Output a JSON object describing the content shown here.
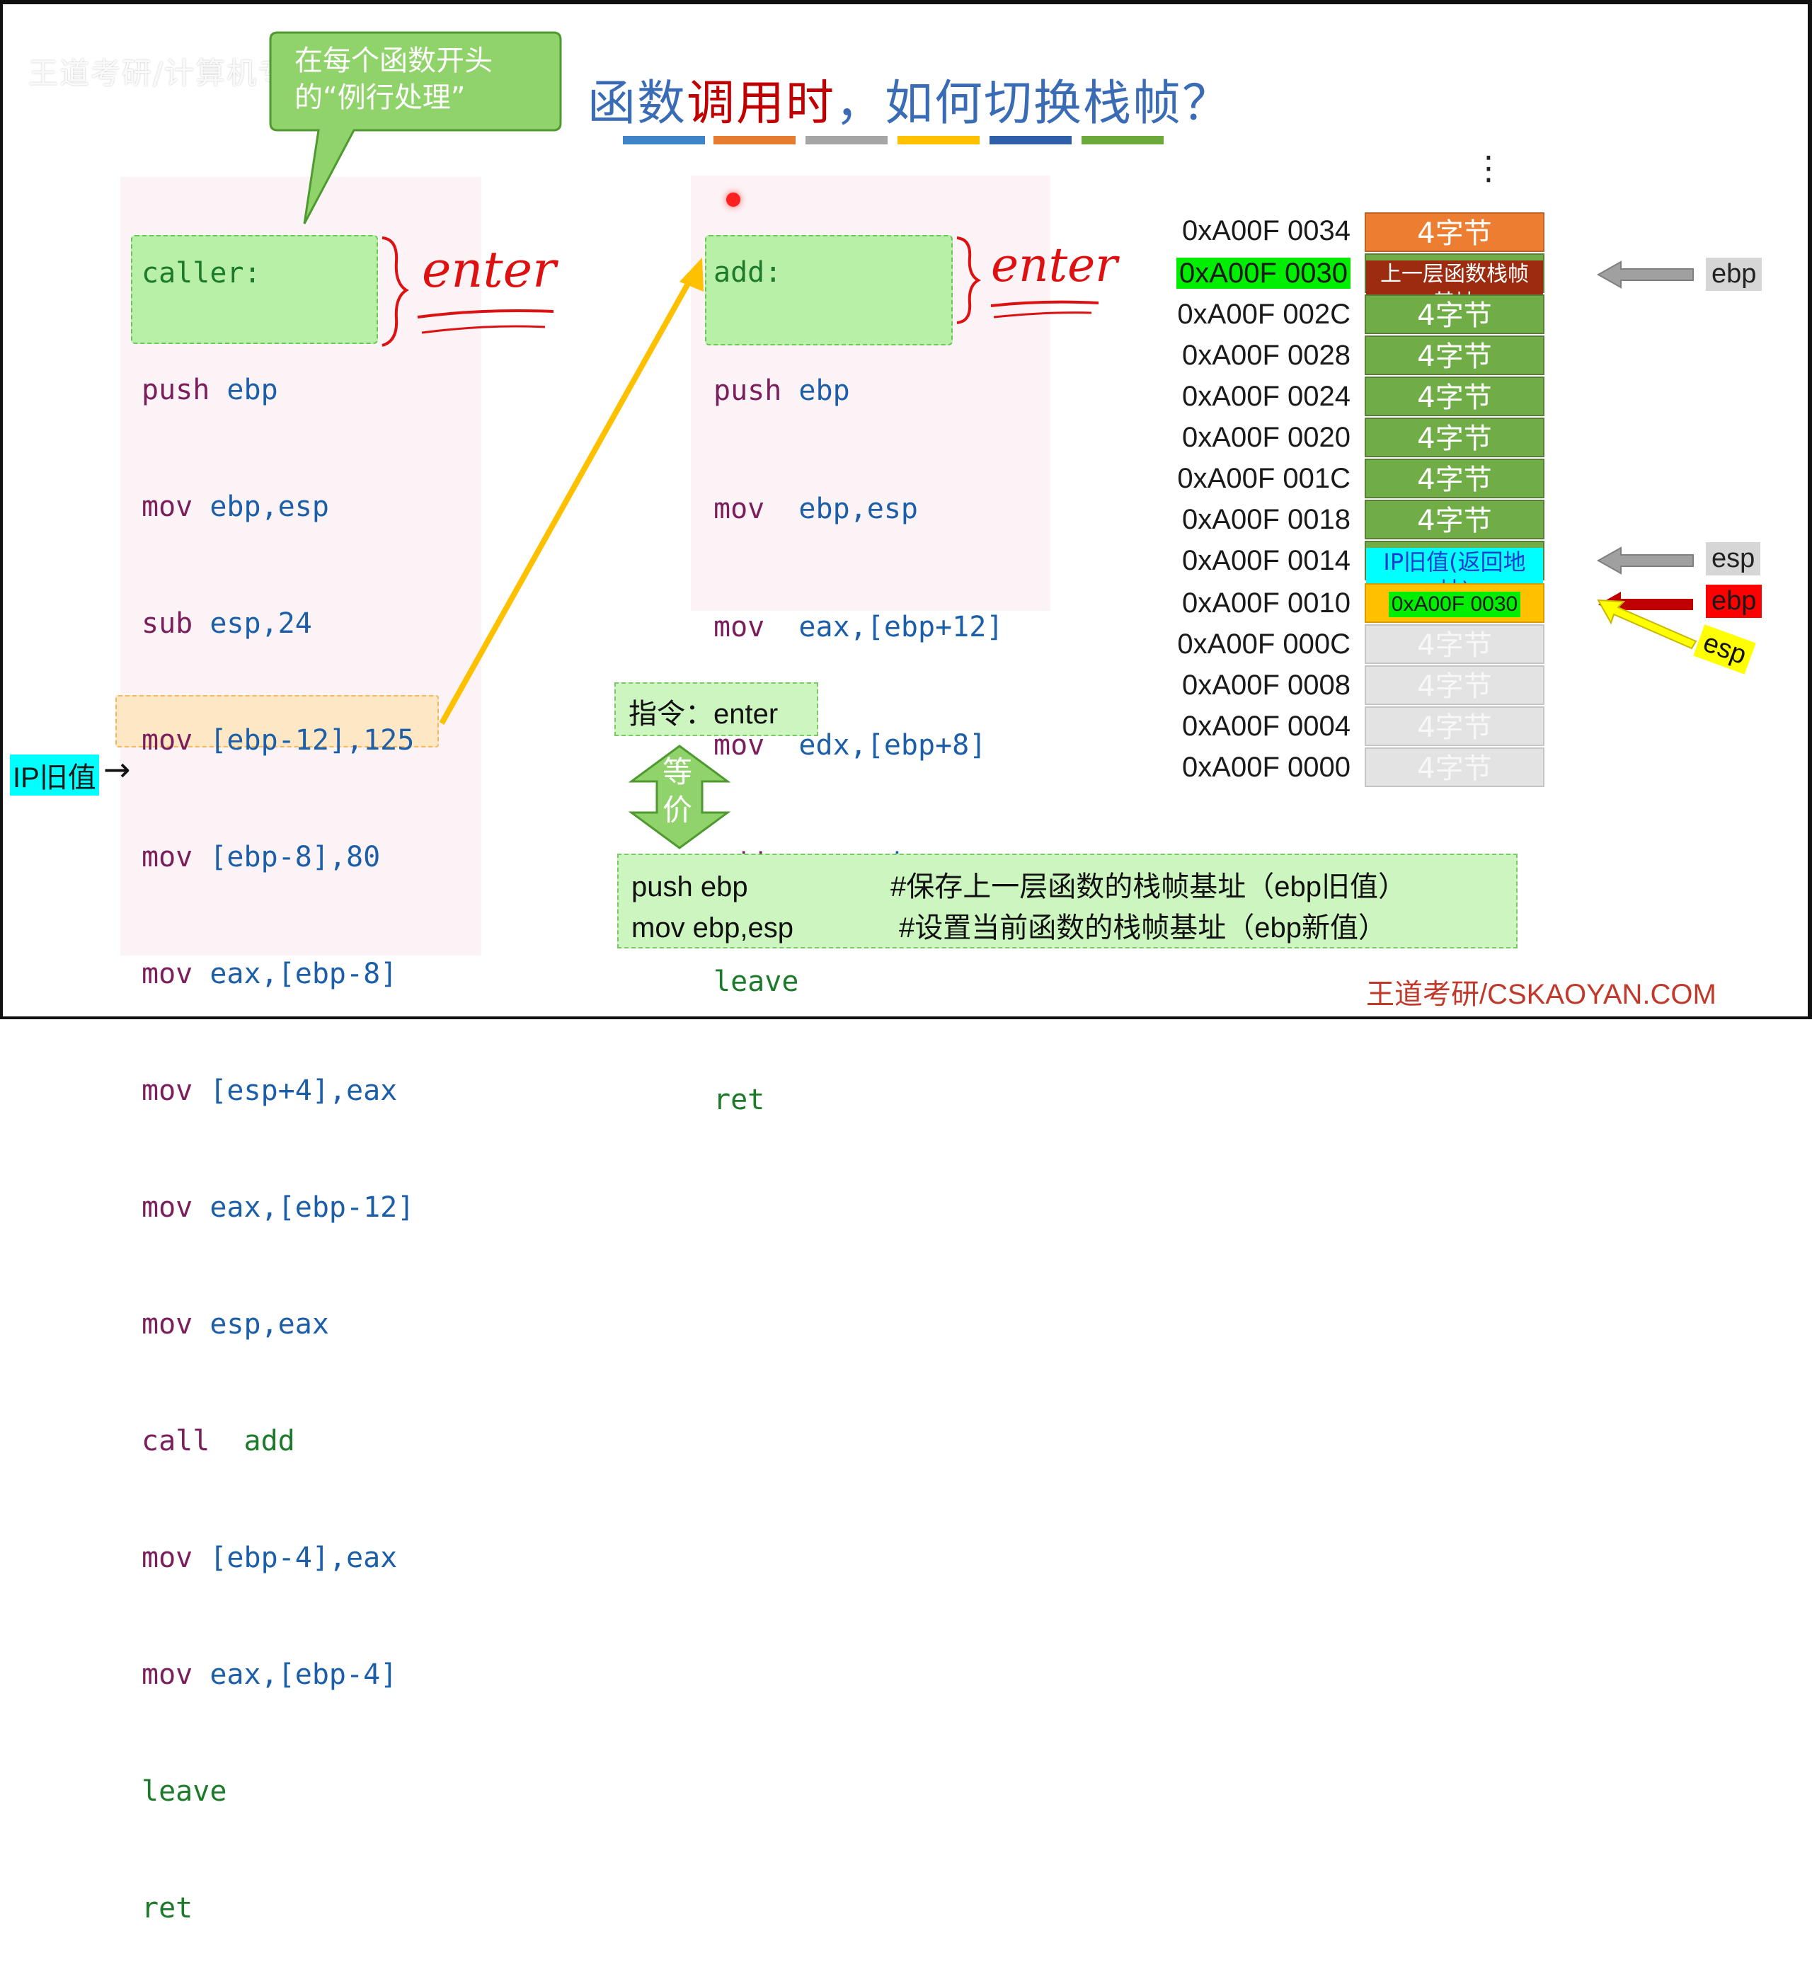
{
  "watermark": "王道考研/计算机专业",
  "title": {
    "part1": "函数",
    "part2": "调用时",
    "part3": "，如何切换栈帧？"
  },
  "bubble": {
    "line1": "在每个函数开头",
    "line2": "的“例行处理”"
  },
  "caller_code": {
    "label": "caller:",
    "lines": [
      {
        "op": "push",
        "args": "ebp"
      },
      {
        "op": "mov",
        "args": "ebp,esp"
      },
      {
        "op": "sub",
        "args": "esp,24"
      },
      {
        "op": "mov",
        "args": "[ebp-12],125"
      },
      {
        "op": "mov",
        "args": "[ebp-8],80"
      },
      {
        "op": "mov",
        "args": "eax,[ebp-8]"
      },
      {
        "op": "mov",
        "args": "[esp+4],eax"
      },
      {
        "op": "mov",
        "args": "eax,[ebp-12]"
      },
      {
        "op": "mov",
        "args": "esp,eax"
      },
      {
        "op": "call",
        "args": "add"
      },
      {
        "op": "mov",
        "args": "[ebp-4],eax"
      },
      {
        "op": "mov",
        "args": "eax,[ebp-4]"
      },
      {
        "op": "leave",
        "args": ""
      },
      {
        "op": "ret",
        "args": ""
      }
    ]
  },
  "add_code": {
    "label": "add:",
    "lines": [
      {
        "op": "push",
        "args": "ebp"
      },
      {
        "op": "mov",
        "args": "ebp,esp"
      },
      {
        "op": "mov",
        "args": "eax,[ebp+12]"
      },
      {
        "op": "mov",
        "args": "edx,[ebp+8]"
      },
      {
        "op": "add",
        "args": "eax,edx"
      },
      {
        "op": "leave",
        "args": ""
      },
      {
        "op": "ret",
        "args": ""
      }
    ]
  },
  "enter_note": "enter",
  "ip_old_label": "IP旧值",
  "stack": {
    "dots": "⋮",
    "addresses": [
      "0xA00F 0034",
      "0xA00F 0030",
      "0xA00F 002C",
      "0xA00F 0028",
      "0xA00F 0024",
      "0xA00F 0020",
      "0xA00F 001C",
      "0xA00F 0018",
      "0xA00F 0014",
      "0xA00F 0010",
      "0xA00F 000C",
      "0xA00F 0008",
      "0xA00F 0004",
      "0xA00F 0000"
    ],
    "cells": [
      "4字节",
      "上一层函数栈帧基址",
      "4字节",
      "4字节",
      "4字节",
      "4字节",
      "4字节",
      "4字节",
      "IP旧值(返回地址)",
      "0xA00F 0030",
      "4字节",
      "4字节",
      "4字节",
      "4字节"
    ],
    "ebp_top": "ebp",
    "esp_mid": "esp",
    "ebp_new": "ebp",
    "esp_new": "esp",
    "colors": {
      "orange": "#ed7d31",
      "green": "#70ad47",
      "red": "#ff0000",
      "yellow": "#ffff00",
      "cyan": "#00ffff",
      "lime": "#00ee00",
      "gold": "#ffc000"
    }
  },
  "instr_box": {
    "label": "指令：",
    "value": "enter"
  },
  "equiv": {
    "c1": "等",
    "c2": "价"
  },
  "equiv_box": {
    "line1_code": "push ebp",
    "line1_comment": "#保存上一层函数的栈帧基址（ebp旧值）",
    "line2_code": "mov ebp,esp",
    "line2_comment": "#设置当前函数的栈帧基址（ebp新值）"
  },
  "brand": "王道考研/CSKAOYAN.COM"
}
